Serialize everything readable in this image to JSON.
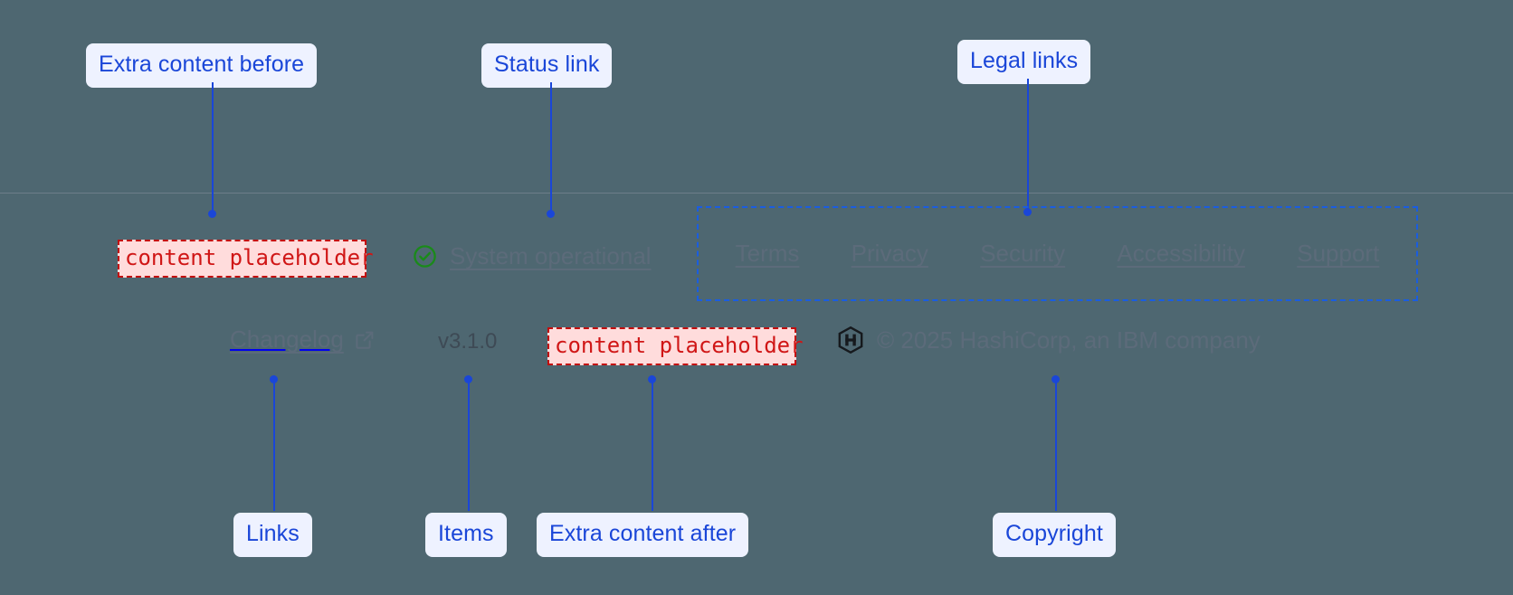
{
  "theme": {
    "page_bg": "#4e6771",
    "divider": "#6d7e8a",
    "annotation_blue": "#1a46d8",
    "annotation_pill_bg": "#eef2ff",
    "placeholder_red": "#d01616",
    "placeholder_bg": "#ffdcdc",
    "placeholder_border": "#c30d0d",
    "link_muted": "#5c6b7a",
    "status_green": "#1a8a1a",
    "version_text": "#3e4a55"
  },
  "annotations": {
    "extra_before": "Extra content before",
    "status_link": "Status link",
    "legal_links": "Legal links",
    "links": "Links",
    "items": "Items",
    "extra_after": "Extra content after",
    "copyright": "Copyright"
  },
  "footer": {
    "placeholder_before": {
      "text": "content placeholder",
      "icon": "placeholder-chip"
    },
    "placeholder_after": {
      "text": "content placeholder",
      "icon": "placeholder-chip"
    },
    "status": {
      "icon": "circle-check-icon",
      "label": "System operational"
    },
    "legal": [
      {
        "label": "Terms"
      },
      {
        "label": "Privacy"
      },
      {
        "label": "Security"
      },
      {
        "label": "Accessibility"
      },
      {
        "label": "Support"
      }
    ],
    "changelog": {
      "label": "Changelog",
      "icon": "external-link-icon"
    },
    "version": "v3.1.0",
    "copyright": {
      "logo_icon": "hashicorp-logo-icon",
      "text": "© 2025 HashiCorp, an IBM company"
    }
  }
}
